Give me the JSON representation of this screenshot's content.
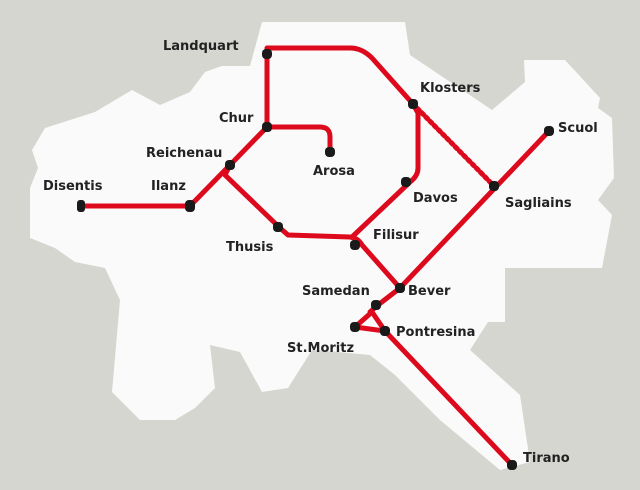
{
  "colors": {
    "background": "#d6d6d0",
    "region": "#fafafa",
    "line": "#dd0a1e",
    "station": "#1a1a1a"
  },
  "stations": {
    "landquart": "Landquart",
    "klosters": "Klosters",
    "scuol": "Scuol",
    "chur": "Chur",
    "reichenau": "Reichenau",
    "arosa": "Arosa",
    "disentis": "Disentis",
    "ilanz": "Ilanz",
    "davos": "Davos",
    "sagliains": "Sagliains",
    "thusis": "Thusis",
    "filisur": "Filisur",
    "samedan": "Samedan",
    "bever": "Bever",
    "pontresina": "Pontresina",
    "st_moritz": "St.Moritz",
    "tirano": "Tirano"
  }
}
